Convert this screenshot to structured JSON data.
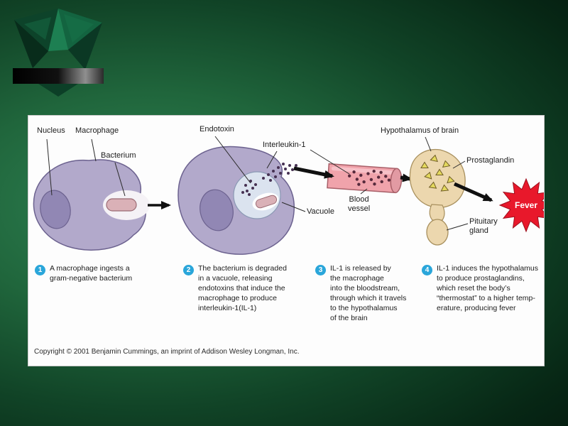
{
  "diagram": {
    "labels": {
      "nucleus": "Nucleus",
      "macrophage": "Macrophage",
      "bacterium": "Bacterium",
      "endotoxin": "Endotoxin",
      "interleukin_1": "Interleukin-1",
      "vacuole": "Vacuole",
      "blood_vessel": "Blood\nvessel",
      "hypothalamus_of_brain": "Hypothalamus of brain",
      "prostaglandin": "Prostaglandin",
      "pituitary_gland": "Pituitary\ngland",
      "fever": "Fever"
    },
    "steps": [
      {
        "number": "1",
        "text": "A macrophage ingests a\ngram-negative bacterium"
      },
      {
        "number": "2",
        "text": "The bacterium is degraded\nin a vacuole, releasing\nendotoxins that induce the\nmacrophage to produce\ninterleukin-1(IL-1)"
      },
      {
        "number": "3",
        "text": "IL-1 is released by\nthe macrophage\ninto the bloodstream,\nthrough which it travels\nto the hypothalamus\nof the brain"
      },
      {
        "number": "4",
        "text": "IL-1 induces the hypothalamus\nto produce prostaglandins,\nwhich reset the body’s\n“thermostat” to a higher temp-\nerature, producing fever"
      }
    ],
    "copyright": "Copyright © 2001 Benjamin Cummings, an imprint of Addison Wesley Longman, Inc.",
    "colors": {
      "cell_purple": "#b2a9cb",
      "nucleus_purple": "#9187b4",
      "bacterium_pink": "#dab1b7",
      "vacuole_blue": "#dbe3ef",
      "vessel_pink": "#f0a3ab",
      "hypothalamus_tan": "#ecd7ae",
      "prostaglandin_yellow": "#e4d95e",
      "fever_red": "#e8182b",
      "step_badge_blue": "#2aa6da",
      "slide_green": "#20663c"
    }
  }
}
